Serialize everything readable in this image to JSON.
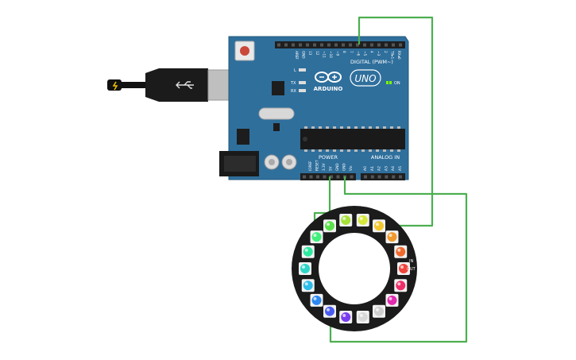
{
  "board": {
    "brand": "ARDUINO",
    "model": "UNO",
    "digital_label": "DIGITAL (PWM~)",
    "power_label": "POWER",
    "analog_label": "ANALOG IN",
    "on_label": "ON",
    "led_l": "L",
    "led_tx": "TX",
    "led_rx": "RX",
    "digital_pins": [
      "AREF",
      "GND",
      "13",
      "12",
      "~11",
      "~10",
      "~9",
      "8",
      "7",
      "~6",
      "~5",
      "4",
      "~3",
      "2",
      "TX▸1",
      "RX◂0"
    ],
    "power_pins": [
      "IOREF",
      "RESET",
      "3.3V",
      "5V",
      "GND",
      "GND",
      "Vin"
    ],
    "analog_pins": [
      "A0",
      "A1",
      "A2",
      "A3",
      "A4",
      "A5"
    ],
    "board_color": "#2f6f9c",
    "header_color": "#1f1f1f"
  },
  "ring": {
    "labels": {
      "in": "IN",
      "out": "OUT"
    },
    "pixel_colors": [
      "#a6e23a",
      "#d6e83a",
      "#f2c82e",
      "#f09a2e",
      "#f06a2e",
      "#f0453c",
      "#ee2f6a",
      "#e12bb0",
      "#cfcfcf",
      "#d8d8d8",
      "#7a3cf0",
      "#4a5cf0",
      "#2e88f0",
      "#2ebce8",
      "#2ed6c8",
      "#2ee8a0",
      "#3ef07a",
      "#5ae04a"
    ]
  },
  "wires": {
    "color": "#4caf50"
  }
}
